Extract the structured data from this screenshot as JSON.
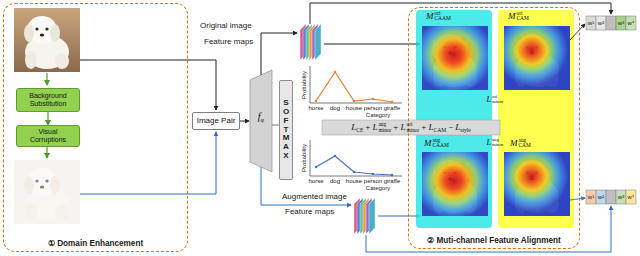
{
  "diagram": {
    "nodes": [
      {
        "text": [
          "① Domain Enhancement"
        ]
      },
      {
        "text": [
          "Background Substitution"
        ],
        "in": 0
      },
      {
        "text": [
          "Visual Corruptions"
        ],
        "in": 0
      },
      {
        "text": [
          "Image Pair"
        ]
      },
      {
        "text": [
          "SOFTMAX"
        ]
      },
      {
        "text": [
          "② Muti-channel Feature Alignment"
        ]
      }
    ],
    "edges": [
      {
        "from": 1,
        "to": 2,
        "arrow": "to"
      }
    ],
    "labels": [
      "Original image",
      "Feature maps",
      "Augmented image",
      "Feature maps",
      "Probability",
      "Category",
      "horse",
      "dog",
      "house",
      "person",
      "giraffe",
      "Probability",
      "Category",
      "horse",
      "dog",
      "house",
      "person",
      "giraffe",
      "f",
      "φ",
      "M",
      "ori",
      "CAAM",
      "M",
      "ori",
      "CAM",
      "L",
      "ori",
      "minor",
      "L",
      "CE",
      "+",
      "L",
      "aug",
      "minor",
      "+",
      "L",
      "ori",
      "minor",
      "+",
      "L",
      "CAM",
      "−",
      "L",
      "style",
      "M",
      "aug",
      "CAAM",
      "L",
      "aug",
      "minor",
      "M",
      "aug",
      "CAM",
      "w¹",
      "w²",
      "w³",
      "w⁴",
      "w¹",
      "w²",
      "w³",
      "w⁴"
    ]
  }
}
